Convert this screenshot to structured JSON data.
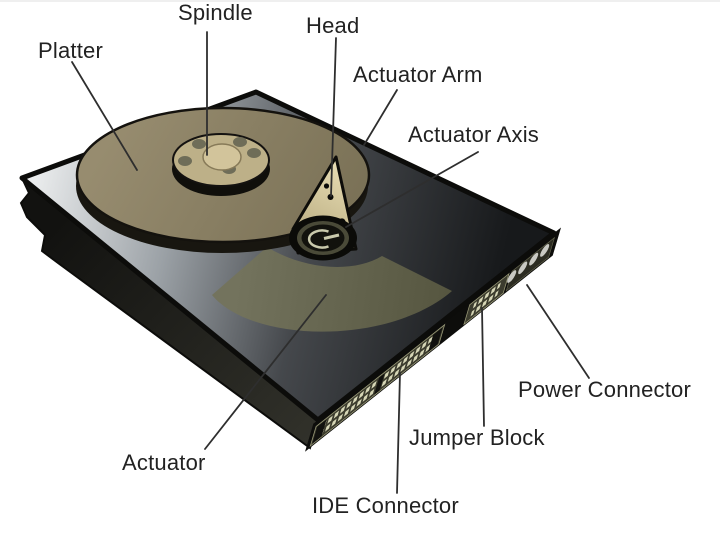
{
  "diagram": {
    "subject": "Hard Disk Drive",
    "labels": {
      "platter": "Platter",
      "spindle": "Spindle",
      "head": "Head",
      "actuator_arm": "Actuator Arm",
      "actuator_axis": "Actuator Axis",
      "power_connector": "Power Connector",
      "jumper_block": "Jumper Block",
      "ide_connector": "IDE Connector",
      "actuator": "Actuator"
    },
    "colors": {
      "background": "#ffffff",
      "label_text": "#222222",
      "leader_line": "#2e2e2e",
      "platter": "#8c8165",
      "spindle_hub": "#bdb088",
      "spindle_center": "#d2c49b",
      "actuator_arm": "#d9cb9e",
      "actuator_body": "#686852",
      "chassis_light": "#eaeced",
      "chassis_dark": "#17191b",
      "connector_board": "#3c3c2e",
      "pin": "#d6d6b6",
      "power_pin": "#c9c9c3"
    }
  }
}
